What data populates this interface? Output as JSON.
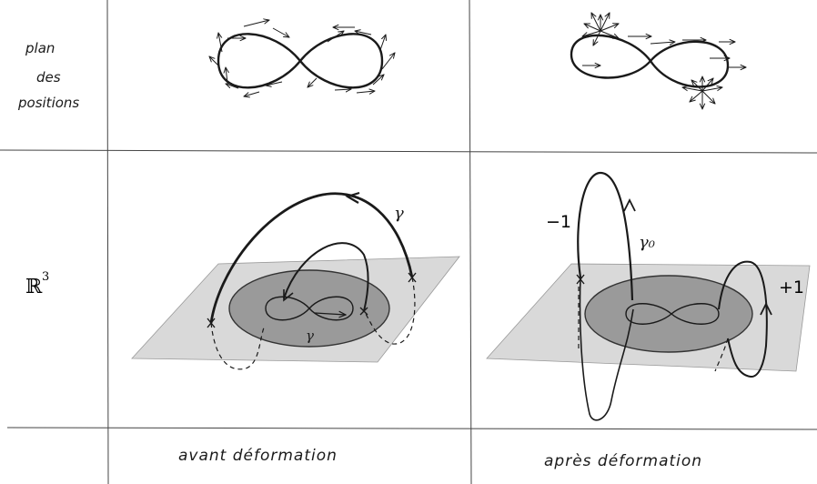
{
  "row_labels": {
    "positions_line1": "plan",
    "positions_line2": "des",
    "positions_line3": "positions",
    "space_base": "ℝ",
    "space_exp": "3"
  },
  "captions": {
    "left": "avant déformation",
    "right": "après déformation"
  },
  "annotations": {
    "gamma_big": "γ",
    "gamma_small": "γ",
    "gamma_zero": "γ₀",
    "minus_one": "−1",
    "plus_one": "+1"
  },
  "colors": {
    "ink": "#1a1a1a",
    "plane": "#d9d9d9",
    "disk": "#9a9a9a",
    "grid": "#444444"
  }
}
